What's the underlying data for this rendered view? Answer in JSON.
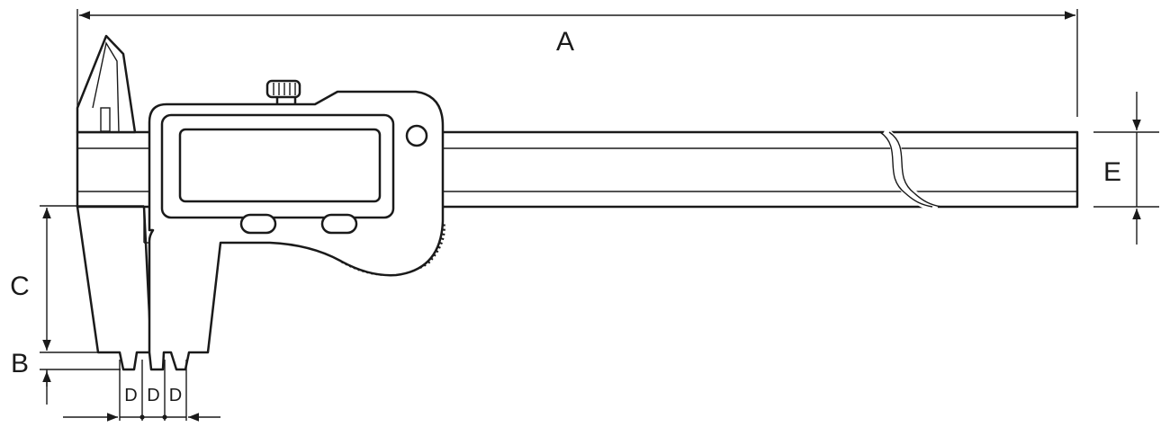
{
  "diagram": {
    "dimension_labels": {
      "a": "A",
      "b": "B",
      "c": "C",
      "e": "E",
      "d1": "D",
      "d2": "D",
      "d3": "D"
    },
    "colors": {
      "stroke": "#1a1a1a",
      "background": "#ffffff"
    },
    "icons": {
      "arrowhead": "filled-triangle-arrowhead"
    }
  }
}
